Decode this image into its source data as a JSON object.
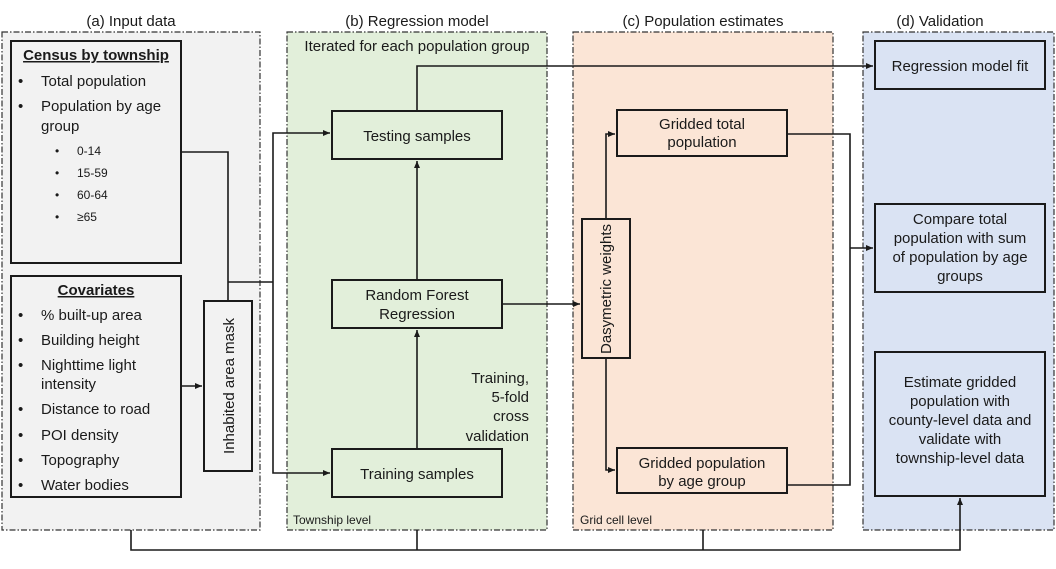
{
  "colors": {
    "input_bg": "#f2f2f2",
    "regression_bg": "#e2efda",
    "estimates_bg": "#fbe5d6",
    "validation_bg": "#dae3f3",
    "line": "#1a1a1a"
  },
  "panels": {
    "input": {
      "title": "(a) Input data",
      "census": {
        "heading": "Census by township",
        "items": [
          "Total population",
          "Population by age",
          "group"
        ],
        "age_groups": [
          "0-14",
          "15-59",
          "60-64",
          "≥65"
        ]
      },
      "covariates": {
        "heading": "Covariates",
        "items": [
          "% built-up area",
          "Building height",
          "Nighttime light",
          "intensity",
          "Distance to road",
          "POI density",
          "Topography",
          "Water bodies"
        ]
      },
      "mask_label": "Inhabited area mask"
    },
    "regression": {
      "title": "(b) Regression model",
      "subtitle": "Iterated for each population group",
      "testing": "Testing samples",
      "rf_line1": "Random Forest",
      "rf_line2": "Regression",
      "training": "Training samples",
      "training_note": [
        "Training,",
        "5-fold",
        "cross",
        "validation"
      ],
      "level": "Township level"
    },
    "estimates": {
      "title": "(c) Population estimates",
      "dasymetric": "Dasymetric weights",
      "total_line1": "Gridded total",
      "total_line2": "population",
      "age_line1": "Gridded population",
      "age_line2": "by age group",
      "level": "Grid cell level"
    },
    "validation": {
      "title": "(d) Validation",
      "fit": "Regression model fit",
      "compare": [
        "Compare total",
        "population with sum",
        "of population by age",
        "groups"
      ],
      "estimate": [
        "Estimate gridded",
        "population with",
        "county-level data and",
        "validate with",
        "township-level data"
      ]
    }
  }
}
